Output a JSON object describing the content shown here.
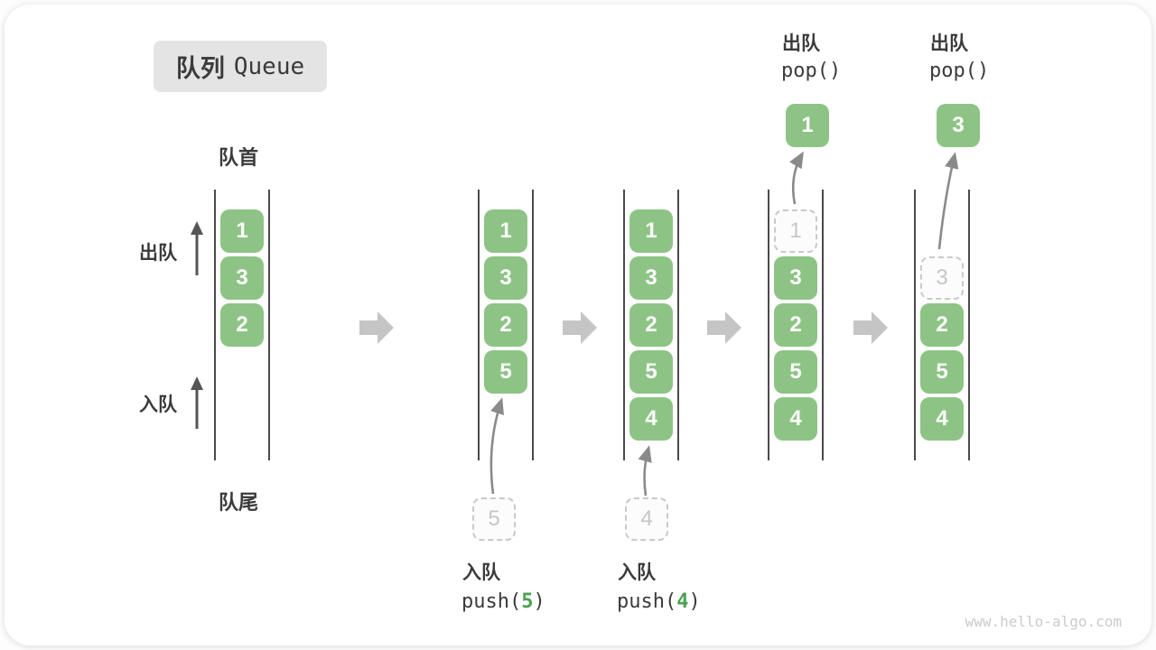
{
  "title": {
    "zh": "队列",
    "en": "Queue"
  },
  "labels": {
    "front": "队首",
    "rear": "队尾",
    "dequeue": "出队",
    "enqueue": "入队"
  },
  "watermark": "www.hello-algo.com",
  "colors": {
    "box_green": "#8dc485",
    "accent_green": "#4ca050",
    "ghost_border": "#c9c9c9",
    "arrow_gray": "#c5c5c5",
    "line_dark": "#4a4a4a",
    "text_dark": "#3b3b3b"
  },
  "states": {
    "s1": {
      "boxes": [
        "1",
        "3",
        "2"
      ]
    },
    "s2": {
      "boxes": [
        "1",
        "3",
        "2",
        "5"
      ],
      "ghost": "5",
      "action": {
        "zh": "入队",
        "pre": "push(",
        "arg": "5",
        "post": ")"
      }
    },
    "s3": {
      "boxes": [
        "1",
        "3",
        "2",
        "5",
        "4"
      ],
      "ghost": "4",
      "action": {
        "zh": "入队",
        "pre": "push(",
        "arg": "4",
        "post": ")"
      }
    },
    "s4": {
      "ghost": "1",
      "boxes": [
        "3",
        "2",
        "5",
        "4"
      ],
      "popped": "1",
      "action": {
        "zh": "出队",
        "code": "pop()"
      }
    },
    "s5": {
      "ghost": "3",
      "boxes": [
        "2",
        "5",
        "4"
      ],
      "popped": "3",
      "action": {
        "zh": "出队",
        "code": "pop()"
      }
    }
  }
}
